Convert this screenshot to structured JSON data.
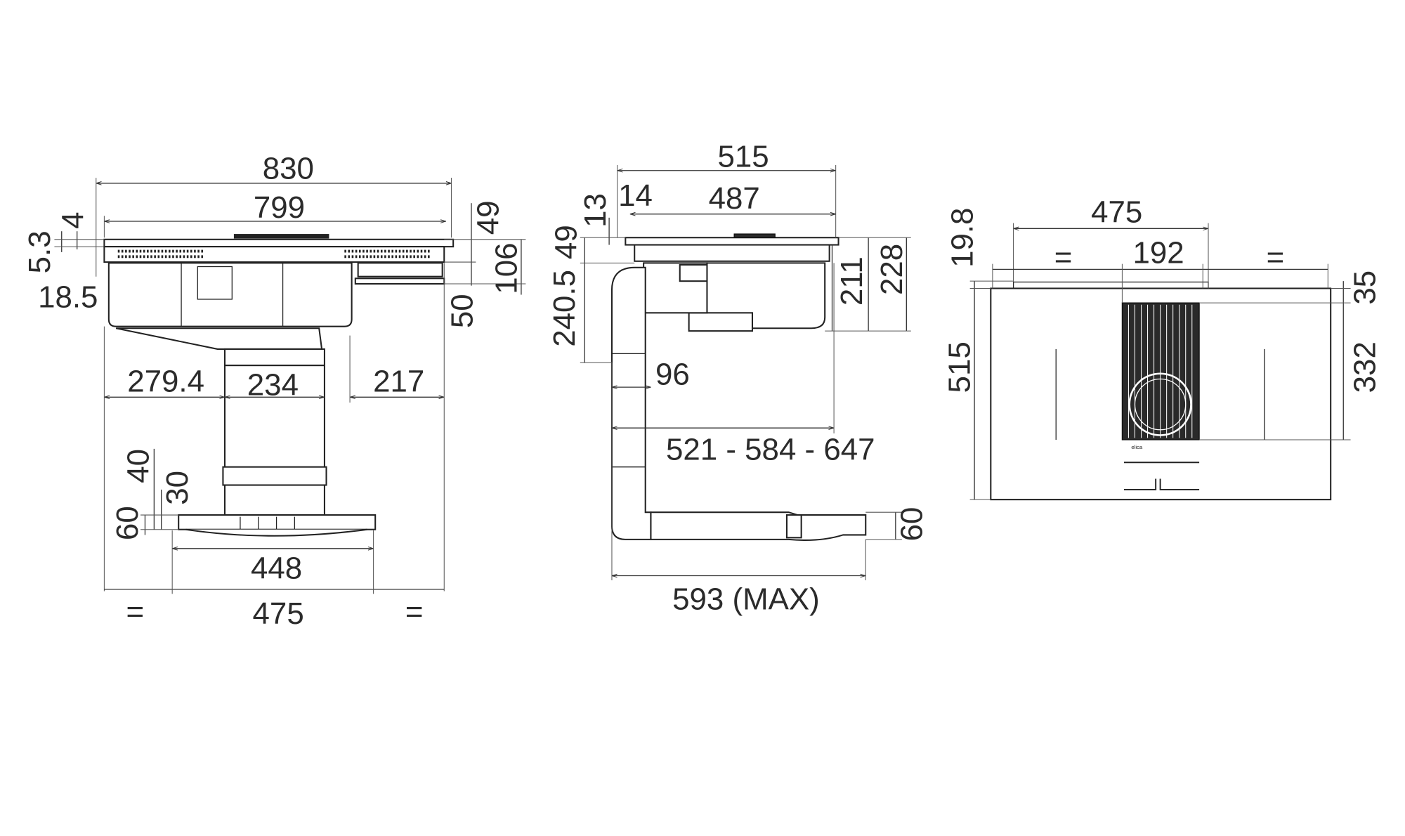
{
  "front_view": {
    "dims": {
      "w830": "830",
      "w799": "799",
      "h5_3": "5.3",
      "h4": "4",
      "h18_5": "18.5",
      "h49": "49",
      "h106": "106",
      "h50": "50",
      "w279_4": "279.4",
      "w234": "234",
      "w217": "217",
      "h40": "40",
      "h30": "30",
      "h60": "60",
      "w448": "448",
      "w475": "475",
      "eq_left": "=",
      "eq_right": "="
    }
  },
  "side_view": {
    "dims": {
      "w515": "515",
      "w14": "14",
      "w487": "487",
      "h13": "13",
      "h49": "49",
      "h240_5": "240.5",
      "h211": "211",
      "h228": "228",
      "w96": "96",
      "range": "521 - 584 - 647",
      "h60": "60",
      "max": "593 (MAX)"
    }
  },
  "top_view": {
    "dims": {
      "w475": "475",
      "eq_left": "=",
      "w192": "192",
      "eq_right": "=",
      "h19_8": "19.8",
      "h515": "515",
      "h35": "35",
      "h332": "332"
    },
    "brand": "elica"
  }
}
